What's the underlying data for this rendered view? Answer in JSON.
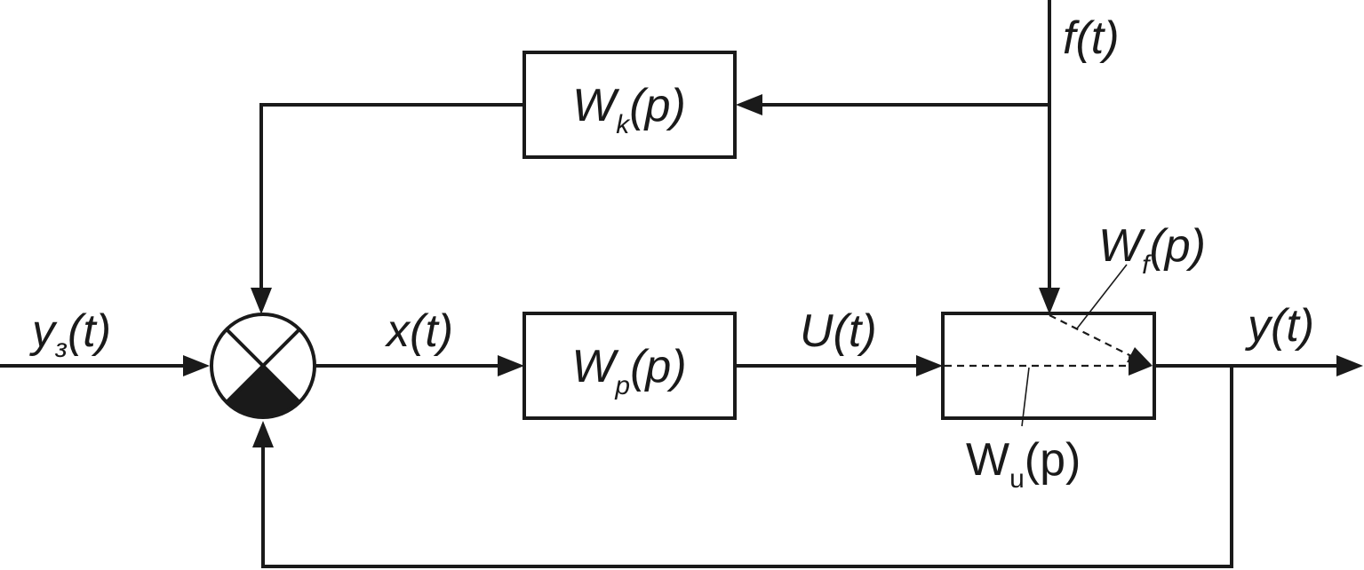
{
  "diagram": {
    "blocks": {
      "wk": {
        "main": "W",
        "sub": "k",
        "tail": "(p)"
      },
      "wp": {
        "main": "W",
        "sub": "p",
        "tail": "(p)"
      },
      "wf": {
        "main": "W",
        "sub": "f",
        "tail": "(p)"
      },
      "wu": {
        "main": "W",
        "sub": "u",
        "tail": "(p)"
      }
    },
    "signals": {
      "y_ref": {
        "main": "y",
        "sub": "з",
        "tail": "(t)"
      },
      "x": "x(t)",
      "u": "U(t)",
      "y": "y(t)",
      "f": "f(t)"
    }
  }
}
